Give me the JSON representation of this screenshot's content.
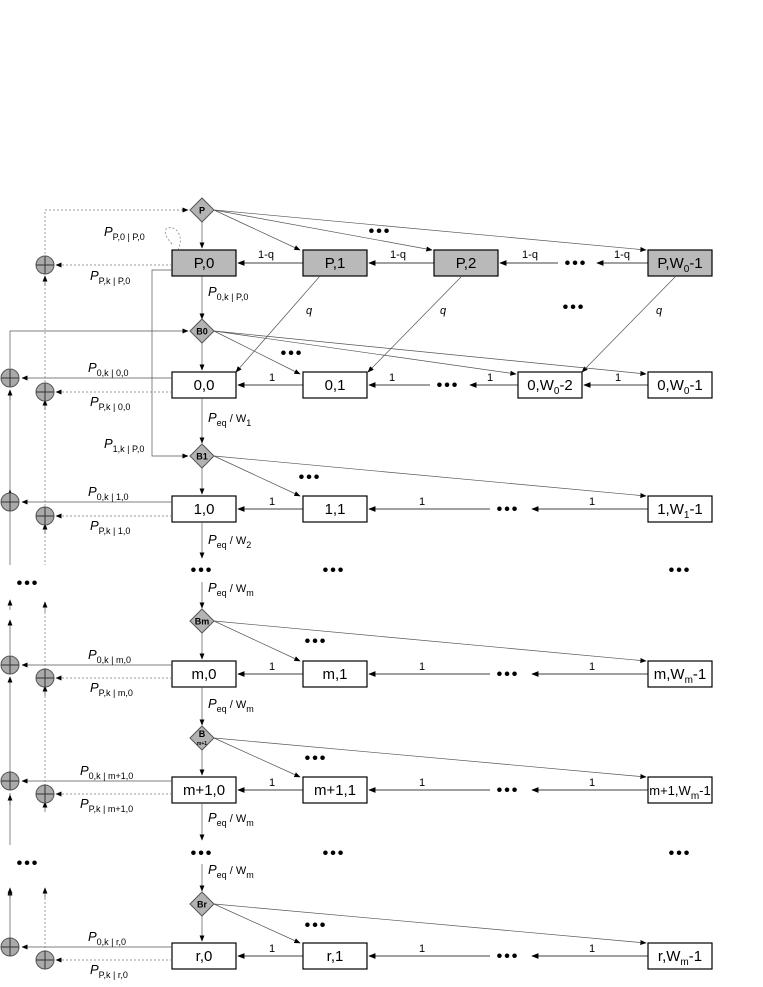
{
  "diagram": {
    "rows": [
      {
        "stage": "P",
        "fill": "gray",
        "states": [
          {
            "main": "P,0",
            "sub": ""
          },
          {
            "main": "P,1",
            "sub": ""
          },
          {
            "main": "P,2",
            "sub": ""
          },
          {
            "main": "P,W",
            "sub": "0",
            "tail": "-1"
          }
        ],
        "edge_labels": [
          "1-q",
          "1-q",
          "1-q",
          "1-q"
        ],
        "decision": "P",
        "out_labels": [
          {
            "main": "P",
            "sub": "P,0 | P,0"
          },
          {
            "main": "P",
            "sub": "P,k | P,0"
          }
        ]
      },
      {
        "stage": "0",
        "fill": "white",
        "states": [
          {
            "main": "0,0",
            "sub": ""
          },
          {
            "main": "0,1",
            "sub": ""
          },
          {
            "main": "0,W",
            "sub": "0",
            "tail": "-2"
          },
          {
            "main": "0,W",
            "sub": "0",
            "tail": "-1"
          }
        ],
        "edge_labels": [
          "1",
          "1",
          "1"
        ],
        "decision": "B0",
        "out_labels": [
          {
            "main": "P",
            "sub": "0,k | 0,0"
          },
          {
            "main": "P",
            "sub": "P,k | 0,0"
          }
        ]
      },
      {
        "stage": "1",
        "fill": "white",
        "states": [
          {
            "main": "1,0",
            "sub": ""
          },
          {
            "main": "1,1",
            "sub": ""
          },
          {
            "main": "1,W",
            "sub": "1",
            "tail": "-1"
          }
        ],
        "edge_labels": [
          "1",
          "1",
          "1"
        ],
        "decision": "B1",
        "out_labels": [
          {
            "main": "P",
            "sub": "0,k | 1,0"
          },
          {
            "main": "P",
            "sub": "P,k | 1,0"
          }
        ]
      },
      {
        "stage": "m",
        "fill": "white",
        "states": [
          {
            "main": "m,0",
            "sub": ""
          },
          {
            "main": "m,1",
            "sub": ""
          },
          {
            "main": "m,W",
            "sub": "m",
            "tail": "-1"
          }
        ],
        "edge_labels": [
          "1",
          "1",
          "1"
        ],
        "decision": "Bm",
        "out_labels": [
          {
            "main": "P",
            "sub": "0,k | m,0"
          },
          {
            "main": "P",
            "sub": "P,k | m,0"
          }
        ]
      },
      {
        "stage": "m+1",
        "fill": "white",
        "states": [
          {
            "main": "m+1,0",
            "sub": ""
          },
          {
            "main": "m+1,1",
            "sub": ""
          },
          {
            "main": "m+1,W",
            "sub": "m",
            "tail": "-1"
          }
        ],
        "edge_labels": [
          "1",
          "1",
          "1"
        ],
        "decision": "B",
        "decision_sub": "m+1",
        "out_labels": [
          {
            "main": "P",
            "sub": "0,k | m+1,0"
          },
          {
            "main": "P",
            "sub": "P,k | m+1,0"
          }
        ]
      },
      {
        "stage": "r",
        "fill": "white",
        "states": [
          {
            "main": "r,0",
            "sub": ""
          },
          {
            "main": "r,1",
            "sub": ""
          },
          {
            "main": "r,W",
            "sub": "m",
            "tail": "-1"
          }
        ],
        "edge_labels": [
          "1",
          "1",
          "1"
        ],
        "decision": "Br",
        "out_labels": [
          {
            "main": "P",
            "sub": "0,k | r,0"
          },
          {
            "main": "P",
            "sub": "P,k | r,0"
          }
        ]
      }
    ],
    "vertical_labels": [
      {
        "main": "P",
        "sub": "0,k | P,0"
      },
      {
        "main": "P",
        "sub": "1,k | P,0"
      },
      {
        "main": "P",
        "sub": "eq",
        "tail": " / W",
        "tail_sub": "1"
      },
      {
        "main": "P",
        "sub": "eq",
        "tail": " / W",
        "tail_sub": "2"
      },
      {
        "main": "P",
        "sub": "eq",
        "tail": " / W",
        "tail_sub": "m"
      }
    ],
    "q_label": "q",
    "ellipsis": "•••"
  }
}
